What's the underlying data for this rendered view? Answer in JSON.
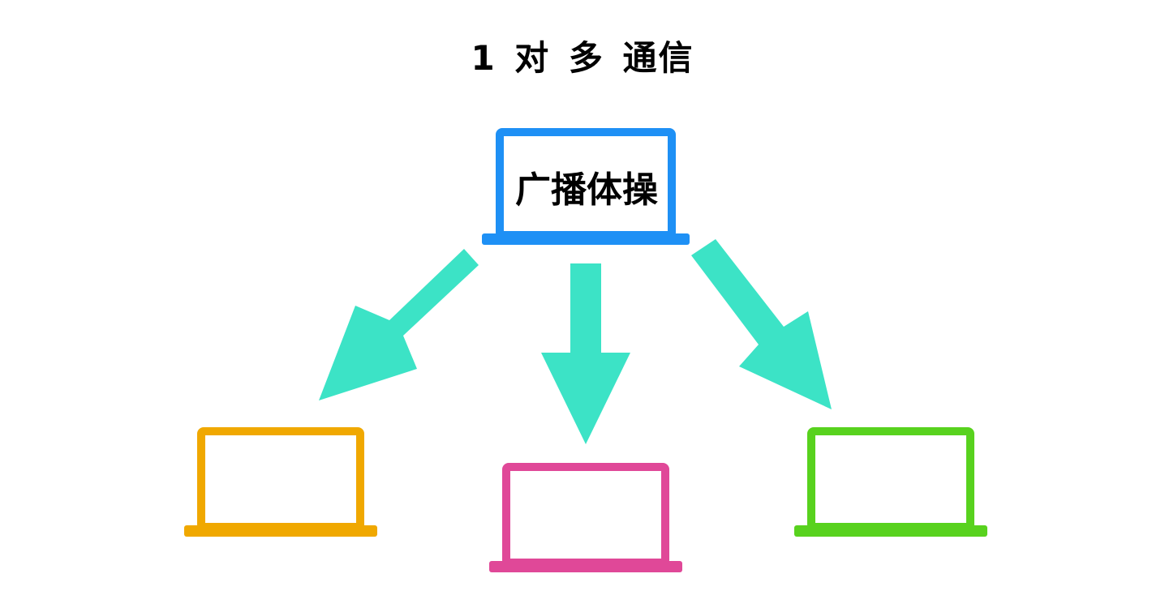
{
  "title": "1 对 多 通信",
  "source": {
    "label": "广播体操",
    "color": "#1e90f5"
  },
  "receivers": [
    {
      "name": "left-receiver",
      "color": "#f0a800"
    },
    {
      "name": "middle-receiver",
      "color": "#e04898"
    },
    {
      "name": "right-receiver",
      "color": "#58d21e"
    }
  ],
  "arrow_color": "#3ce3c6",
  "background": "#ffffff"
}
